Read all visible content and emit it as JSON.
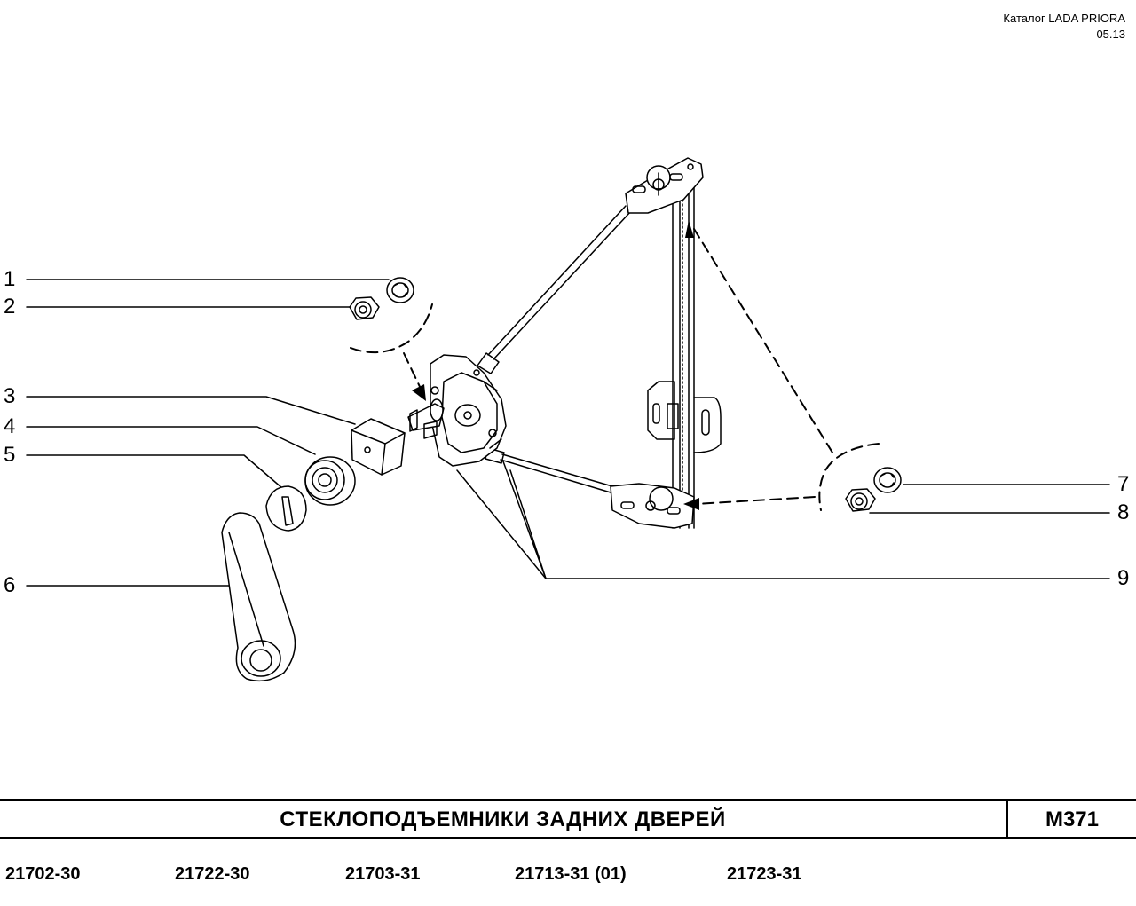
{
  "header": {
    "catalog": "Каталог  LADA  PRIORA",
    "date": "05.13"
  },
  "callouts": [
    "1",
    "2",
    "3",
    "4",
    "5",
    "6",
    "7",
    "8",
    "9"
  ],
  "title": "СТЕКЛОПОДЪЕМНИКИ   ЗАДНИХ   ДВЕРЕЙ",
  "code": "М371",
  "models": [
    "21702-30",
    "21722-30",
    "21703-31",
    "21713-31 (01)",
    "21723-31"
  ]
}
